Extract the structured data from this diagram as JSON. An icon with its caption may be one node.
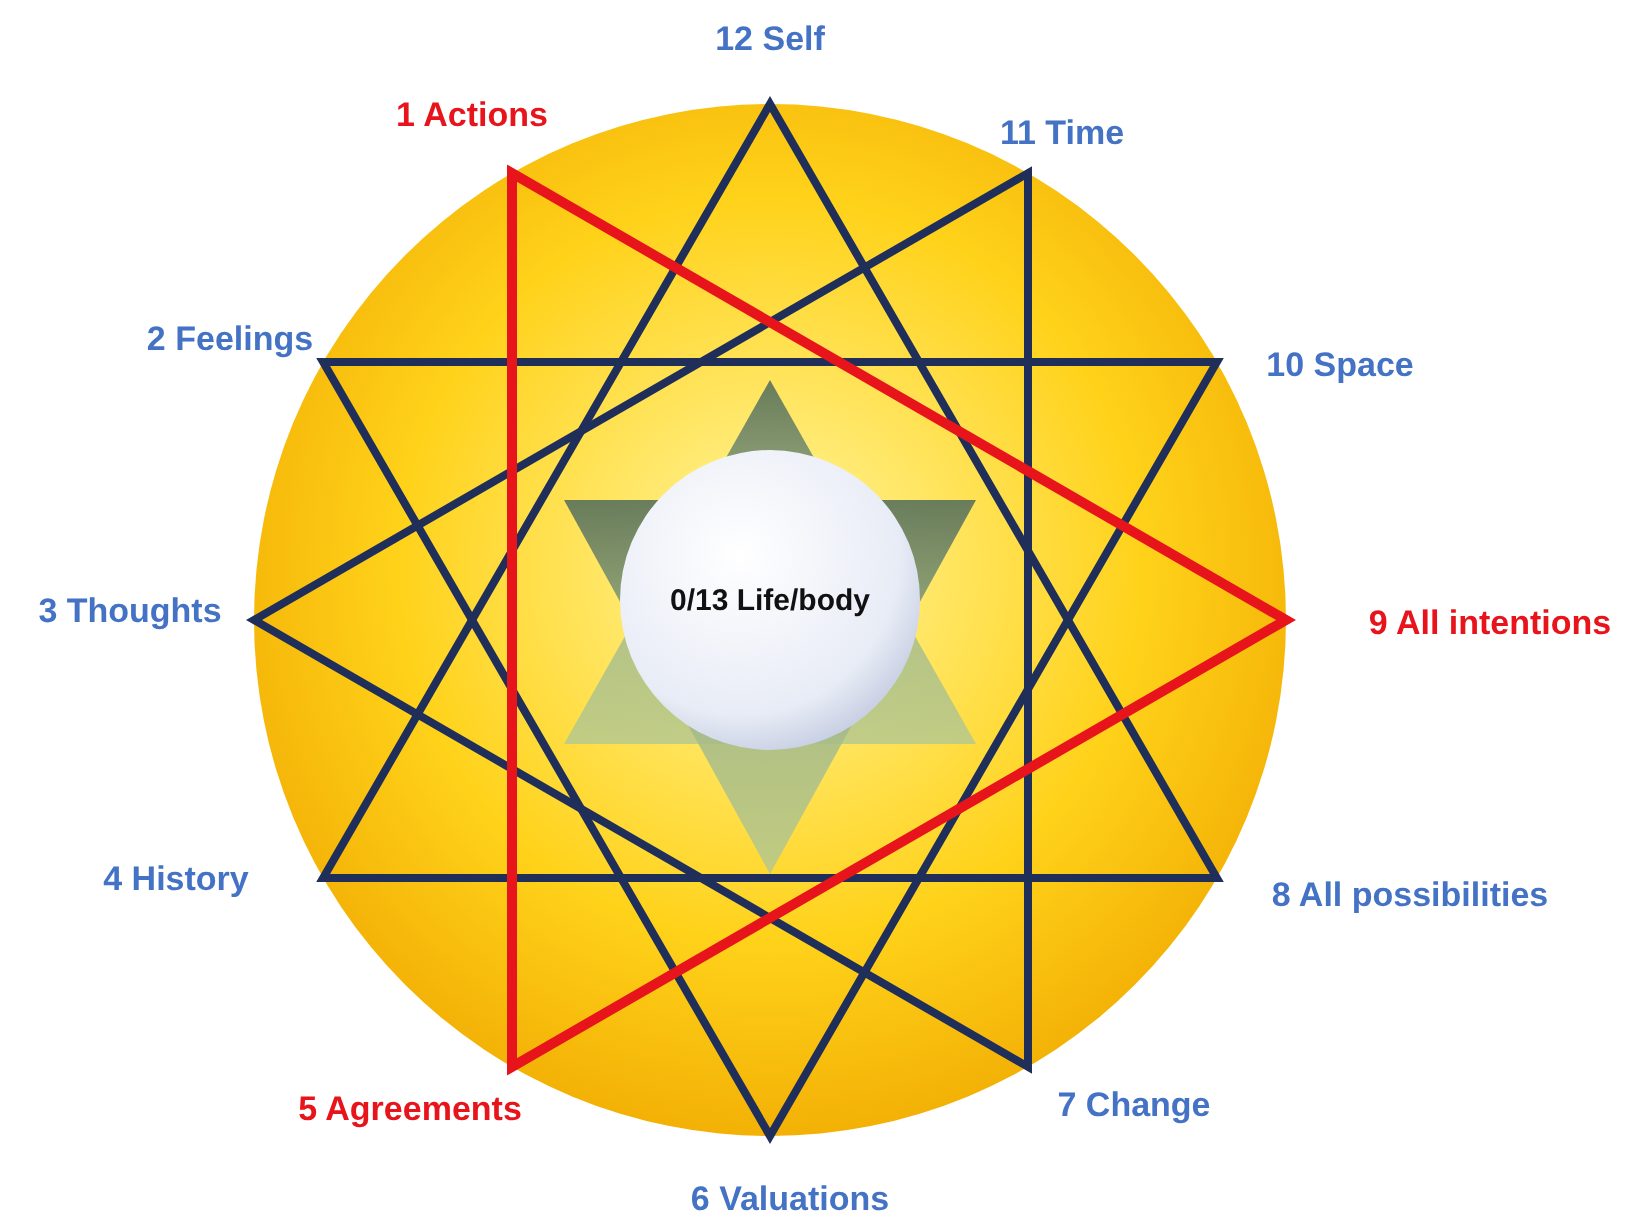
{
  "diagram": {
    "nodes": [
      {
        "text": [
          "0/13 Life/body"
        ]
      }
    ],
    "labels": [
      "12 Self",
      "1 Actions",
      "11 Time",
      "2 Feelings",
      "10 Space",
      "3 Thoughts",
      "9 All intentions",
      "4 History",
      "8 All possibilities",
      "5 Agreements",
      "7 Change",
      "6 Valuations"
    ]
  }
}
